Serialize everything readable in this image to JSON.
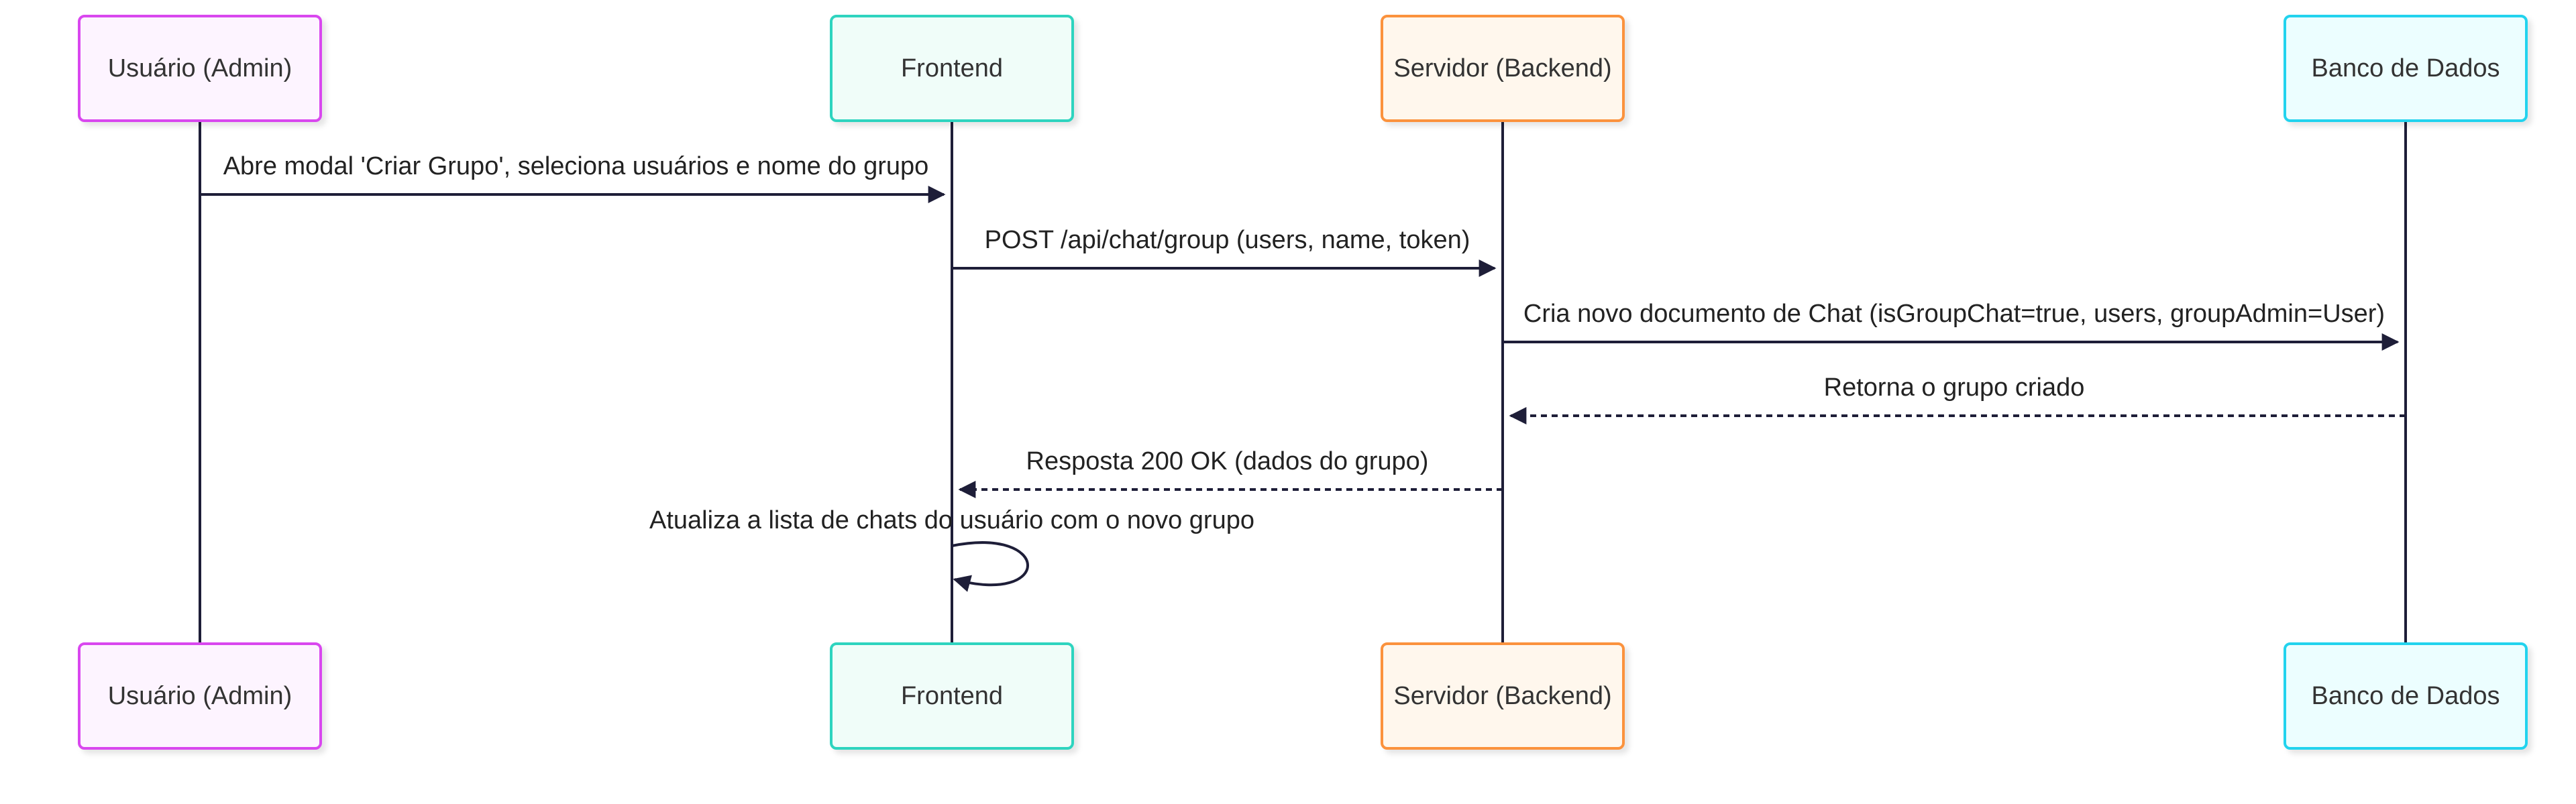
{
  "diagram": {
    "type": "sequence",
    "actors": [
      {
        "id": "user",
        "label": "Usuário (Admin)",
        "stroke": "#d946ef",
        "fill": "#fdf4ff"
      },
      {
        "id": "frontend",
        "label": "Frontend",
        "stroke": "#2dd4bf",
        "fill": "#f0fdf9"
      },
      {
        "id": "backend",
        "label": "Servidor (Backend)",
        "stroke": "#fb923c",
        "fill": "#fff7ed"
      },
      {
        "id": "db",
        "label": "Banco de Dados",
        "stroke": "#22d3ee",
        "fill": "#ecfeff"
      }
    ],
    "messages": [
      {
        "from": "user",
        "to": "frontend",
        "style": "solid",
        "label": "Abre modal 'Criar Grupo', seleciona usuários e nome do grupo"
      },
      {
        "from": "frontend",
        "to": "backend",
        "style": "solid",
        "label": "POST /api/chat/group (users, name, token)"
      },
      {
        "from": "backend",
        "to": "db",
        "style": "solid",
        "label": "Cria novo documento de Chat (isGroupChat=true, users, groupAdmin=User)"
      },
      {
        "from": "db",
        "to": "backend",
        "style": "dashed",
        "label": "Retorna o grupo criado"
      },
      {
        "from": "backend",
        "to": "frontend",
        "style": "dashed",
        "label": "Resposta 200 OK (dados do grupo)"
      },
      {
        "from": "frontend",
        "to": "frontend",
        "style": "solid",
        "label": "Atualiza a lista de chats do usuário com o novo grupo"
      }
    ],
    "line_color": "#1e1e38"
  }
}
